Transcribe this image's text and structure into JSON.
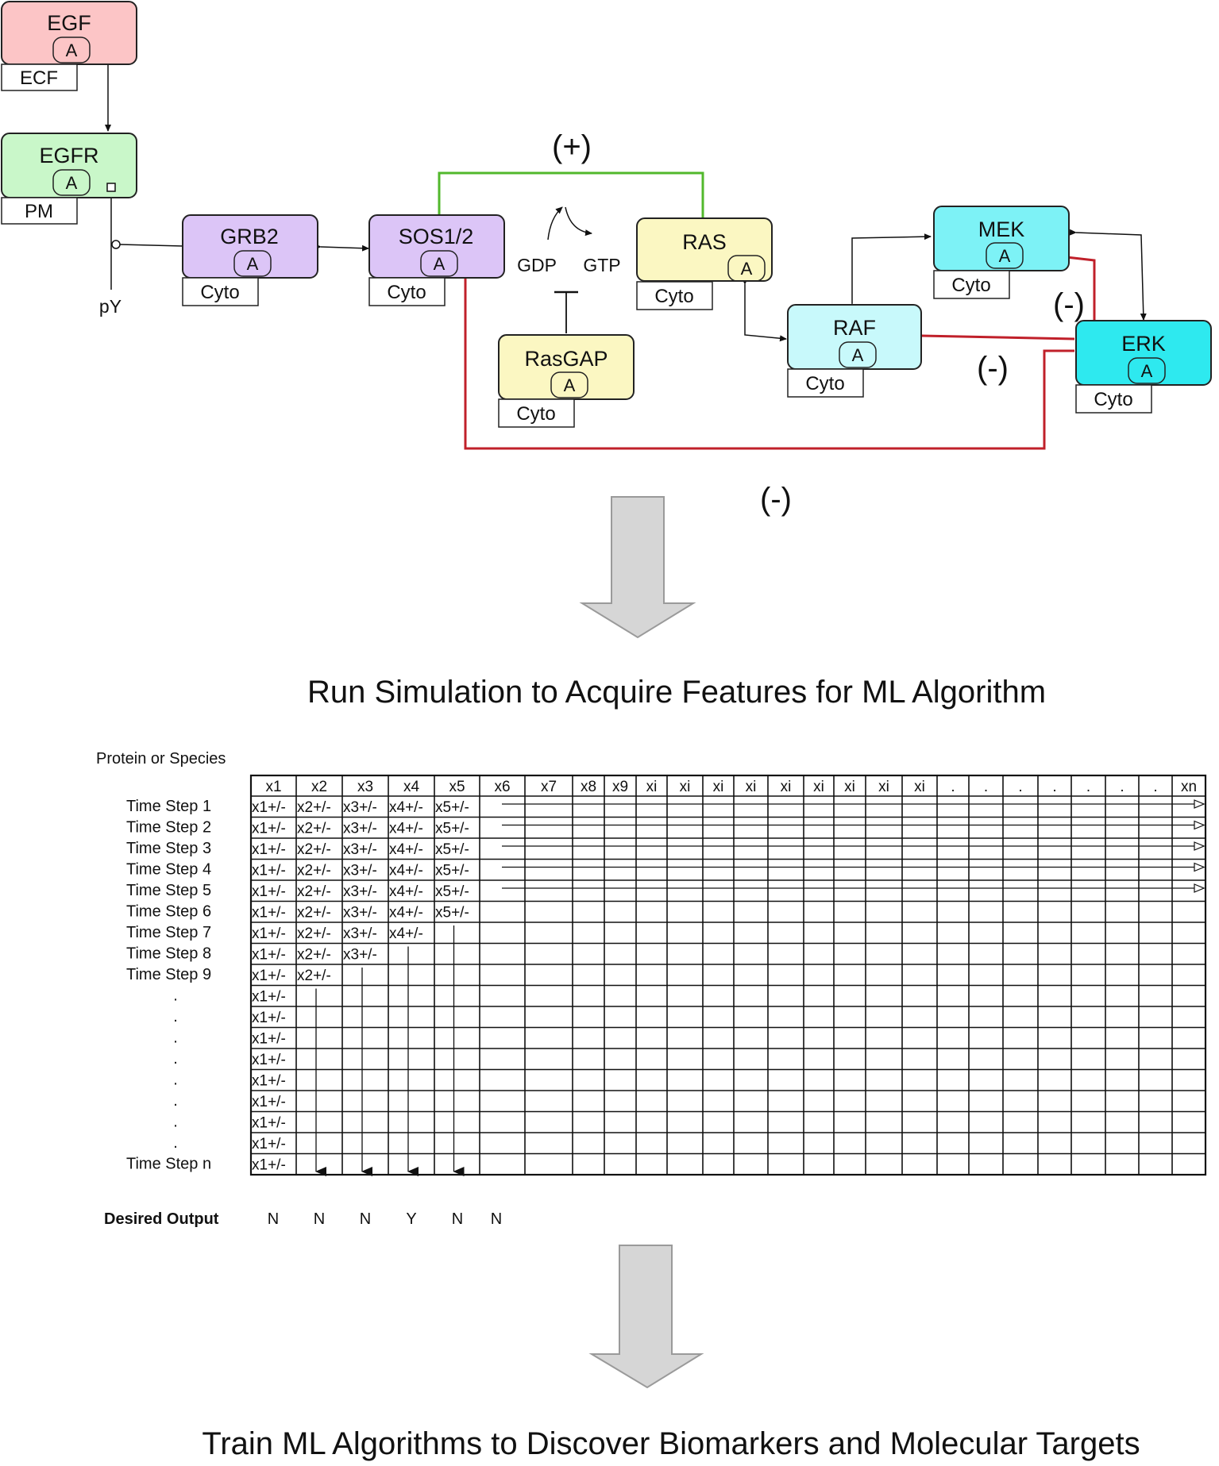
{
  "nodes": {
    "egf": {
      "name": "EGF",
      "badge": "A",
      "location": "ECF",
      "fill": "#fcc5c6",
      "stroke": "#222222"
    },
    "egfr": {
      "name": "EGFR",
      "badge": "A",
      "location": "PM",
      "fill": "#c9f7c9",
      "stroke": "#222222"
    },
    "grb2": {
      "name": "GRB2",
      "badge": "A",
      "location": "Cyto",
      "fill": "#dcc5f7",
      "stroke": "#222222"
    },
    "sos": {
      "name": "SOS1/2",
      "badge": "A",
      "location": "Cyto",
      "fill": "#dcc5f7",
      "stroke": "#222222"
    },
    "ras": {
      "name": "RAS",
      "badge": "A",
      "location": "Cyto",
      "fill": "#fbf7c2",
      "stroke": "#222222"
    },
    "rasgap": {
      "name": "RasGAP",
      "badge": "A",
      "location": "Cyto",
      "fill": "#fbf7c2",
      "stroke": "#222222"
    },
    "raf": {
      "name": "RAF",
      "badge": "A",
      "location": "Cyto",
      "fill": "#c8f9fb",
      "stroke": "#222222"
    },
    "mek": {
      "name": "MEK",
      "badge": "A",
      "location": "Cyto",
      "fill": "#7df2f6",
      "stroke": "#222222"
    },
    "erk": {
      "name": "ERK",
      "badge": "A",
      "location": "Cyto",
      "fill": "#2ee9ef",
      "stroke": "#222222"
    }
  },
  "labels": {
    "py": "pY",
    "gdp": "GDP",
    "gtp": "GTP",
    "positive_feedback": "(+)",
    "negative_erk_mek": "(-)",
    "negative_erk_raf": "(-)",
    "negative_erk_sos": "(-)"
  },
  "colors": {
    "positive_edge": "#52b82c",
    "negative_edge": "#c0202a",
    "arrow_fill": "#d6d6d6",
    "arrow_stroke": "#9a9a9a"
  },
  "steps": {
    "simulation": "Run Simulation to Acquire Features for ML Algorithm",
    "train": "Train ML Algorithms to Discover Biomarkers and Molecular Targets"
  },
  "table": {
    "species_header": "Protein or Species",
    "columns": [
      "x1",
      "x2",
      "x3",
      "x4",
      "x5",
      "x6",
      "x7",
      "x8",
      "x9",
      "xi",
      "xi",
      "xi",
      "xi",
      "xi",
      "xi",
      "xi",
      "xi",
      "xi",
      ".",
      ".",
      ".",
      ".",
      ".",
      ".",
      ".",
      "xn"
    ],
    "row_labels": [
      "Time Step 1",
      "Time Step 2",
      "Time Step 3",
      "Time Step 4",
      "Time Step 5",
      "Time Step 6",
      "Time Step 7",
      "Time Step 8",
      "Time Step 9",
      ".",
      ".",
      ".",
      ".",
      ".",
      ".",
      ".",
      ".",
      "Time Step n"
    ],
    "cells": [
      [
        "x1+/-",
        "x2+/-",
        "x3+/-",
        "x4+/-",
        "x5+/-"
      ],
      [
        "x1+/-",
        "x2+/-",
        "x3+/-",
        "x4+/-",
        "x5+/-"
      ],
      [
        "x1+/-",
        "x2+/-",
        "x3+/-",
        "x4+/-",
        "x5+/-"
      ],
      [
        "x1+/-",
        "x2+/-",
        "x3+/-",
        "x4+/-",
        "x5+/-"
      ],
      [
        "x1+/-",
        "x2+/-",
        "x3+/-",
        "x4+/-",
        "x5+/-"
      ],
      [
        "x1+/-",
        "x2+/-",
        "x3+/-",
        "x4+/-",
        "x5+/-"
      ],
      [
        "x1+/-",
        "x2+/-",
        "x3+/-",
        "x4+/-"
      ],
      [
        "x1+/-",
        "x2+/-",
        "x3+/-"
      ],
      [
        "x1+/-",
        "x2+/-"
      ],
      [
        "x1+/-"
      ],
      [
        "x1+/-"
      ],
      [
        "x1+/-"
      ],
      [
        "x1+/-"
      ],
      [
        "x1+/-"
      ],
      [
        "x1+/-"
      ],
      [
        "x1+/-"
      ],
      [
        "x1+/-"
      ],
      [
        "x1+/-"
      ]
    ],
    "desired_output_label": "Desired Output",
    "desired_output": [
      "N",
      "N",
      "N",
      "Y",
      "N",
      "N"
    ]
  }
}
